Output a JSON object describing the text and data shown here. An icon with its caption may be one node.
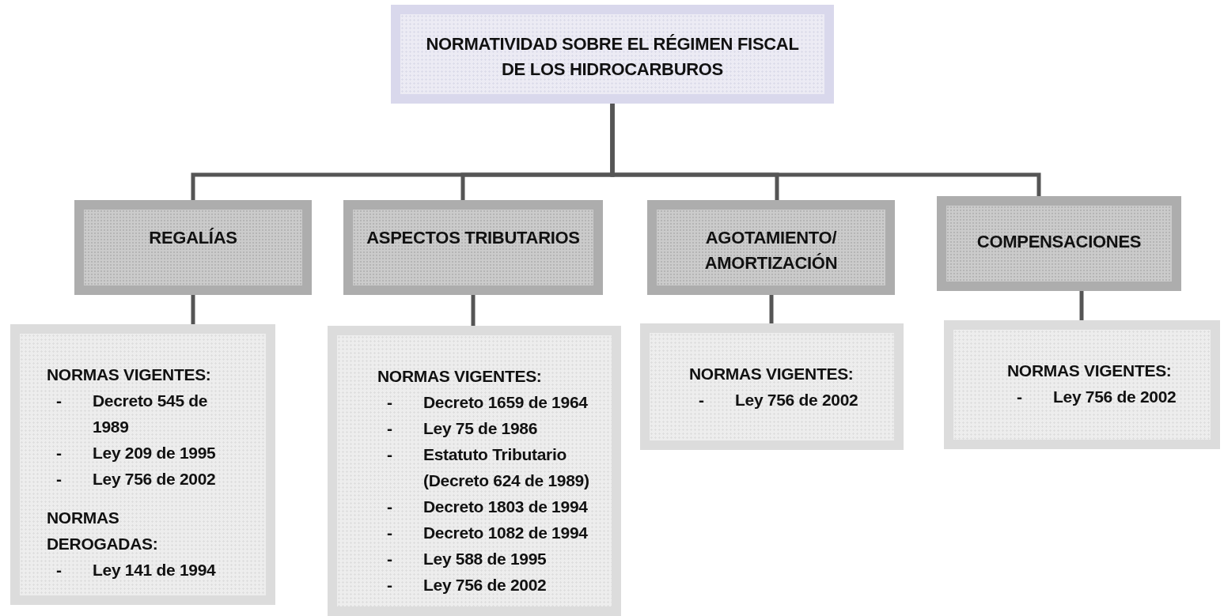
{
  "diagram": {
    "nodes": [
      {
        "text": [
          "NORMATIVIDAD SOBRE EL RÉGIMEN FISCAL DE LOS HIDROCARBUROS"
        ]
      },
      {
        "text": [
          "REGALÍAS"
        ]
      },
      {
        "text": [
          "ASPECTOS TRIBUTARIOS"
        ]
      },
      {
        "text": [
          "AGOTAMIENTO/ AMORTIZACIÓN"
        ]
      },
      {
        "text": [
          "COMPENSACIONES"
        ]
      },
      {
        "text": [
          "NORMAS VIGENTES:",
          "- Decreto 545 de 1989",
          "- Ley 209 de 1995",
          "- Ley 756 de 2002",
          "NORMAS DEROGADAS:",
          "- Ley 141 de 1994"
        ]
      },
      {
        "text": [
          "NORMAS VIGENTES:",
          "- Decreto 1659 de 1964",
          "- Ley 75 de 1986",
          "- Estatuto Tributario (Decreto 624 de 1989)",
          "- Decreto 1803 de 1994",
          "- Decreto 1082 de 1994",
          "- Ley 588 de 1995",
          "- Ley 756 de 2002"
        ]
      },
      {
        "text": [
          "NORMAS VIGENTES:",
          "- Ley 756 de 2002"
        ]
      },
      {
        "text": [
          "NORMAS VIGENTES:",
          "- Ley 756 de 2002"
        ]
      }
    ],
    "edges": [
      {
        "from": 0,
        "to": 1,
        "arrow": "none"
      },
      {
        "from": 0,
        "to": 2,
        "arrow": "none"
      },
      {
        "from": 0,
        "to": 3,
        "arrow": "none"
      },
      {
        "from": 0,
        "to": 4,
        "arrow": "none"
      },
      {
        "from": 1,
        "to": 5,
        "arrow": "none"
      },
      {
        "from": 2,
        "to": 6,
        "arrow": "none"
      },
      {
        "from": 3,
        "to": 7,
        "arrow": "none"
      },
      {
        "from": 4,
        "to": 8,
        "arrow": "none"
      }
    ]
  }
}
